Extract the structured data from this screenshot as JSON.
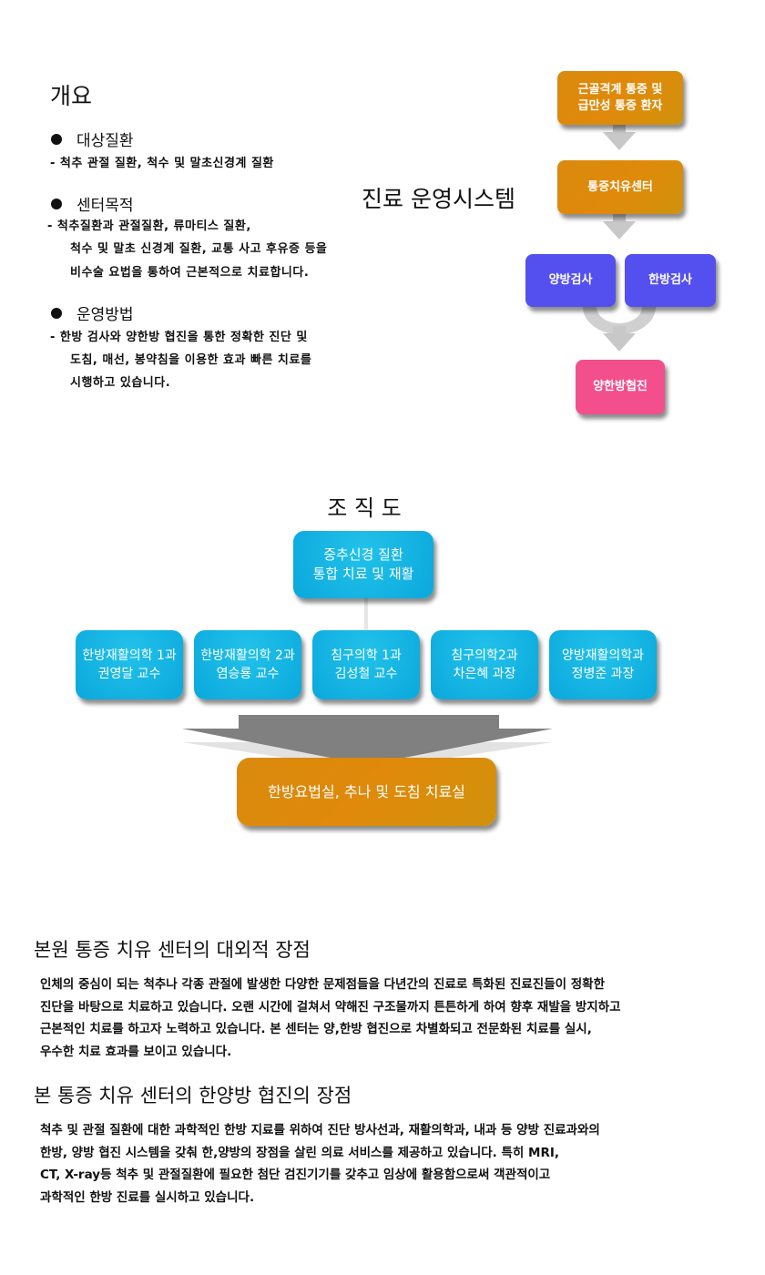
{
  "overview": {
    "title": "개요",
    "sections": [
      {
        "heading": "대상질환",
        "lines": [
          "- 척추 관절 질환, 척수 및 말초신경계 질환"
        ]
      },
      {
        "heading": "센터목적",
        "lines": [
          "- 척추질환과 관절질환, 류마티스 질환,",
          "척수 및 말초 신경계 질환, 교통 사고 후유증 등을",
          "비수술 요법을 통하여 근본적으로 치료합니다."
        ]
      },
      {
        "heading": "운영방법",
        "lines": [
          "- 한방 검사와 양한방 협진을 통한 정확한 진단 및",
          "도침, 매선, 봉약침을 이용한 효과 빠른 치료를",
          "시행하고 있습니다."
        ]
      }
    ]
  },
  "system": {
    "title": "진료 운영시스템",
    "box1": [
      "근골격계 통증 및",
      "급만성 통증 환자"
    ],
    "box2": "통증치유센터",
    "box3": "양방검사",
    "box4": "한방검사",
    "box5": "양한방협진"
  },
  "org": {
    "title": "조 직 도",
    "top": [
      "중추신경 질환",
      "통합 치료 및 재활"
    ],
    "depts": [
      [
        "한방재활의학 1과",
        "권영달 교수"
      ],
      [
        "한방재활의학 2과",
        "염승룡 교수"
      ],
      [
        "침구의학 1과",
        "김성철 교수"
      ],
      [
        "침구의학2과",
        "차은혜 과장"
      ],
      [
        "양방재활의학과",
        "정병준 과장"
      ]
    ],
    "bottom": "한방요법실, 추나 및 도침 치료실"
  },
  "advantages": [
    {
      "title": "본원 통증 치유 센터의 대외적 장점",
      "lines": [
        "인체의 중심이 되는 척추나 각종 관절에 발생한 다양한 문제점들을 다년간의 진료로 특화된 진료진들이 정확한",
        "진단을 바탕으로 치료하고 있습니다. 오랜 시간에 걸쳐서 약해진 구조물까지 튼튼하게 하여 향후 재발을 방지하고",
        "근본적인 치료를 하고자 노력하고 있습니다. 본 센터는 양,한방 협진으로 차별화되고 전문화된 치료를 실시,",
        "우수한 치료 효과를 보이고 있습니다."
      ]
    },
    {
      "title": "본 통증 치유 센터의 한양방 협진의 장점",
      "lines": [
        "척추 및 관절 질환에 대한 과학적인 한방 지료를 위하여 진단 방사선과, 재활의학과, 내과 등 양방 진료과와의",
        "한방, 양방 협진 시스템을 갖춰 한,양방의 장점을 살린 의료 서비스를 제공하고 있습니다. 특히 MRI,",
        "CT, X-ray등 척추 및 관절질환에 필요한 첨단 검진기기를 갖추고 임상에 활용함으로써 객관적이고",
        "과학적인 한방 진료를 실시하고 있습니다."
      ]
    }
  ],
  "colors": {
    "orange": "#d98a0e",
    "blue": "#5450f0",
    "pink": "#f24f8c",
    "cyan": "#13aede"
  }
}
